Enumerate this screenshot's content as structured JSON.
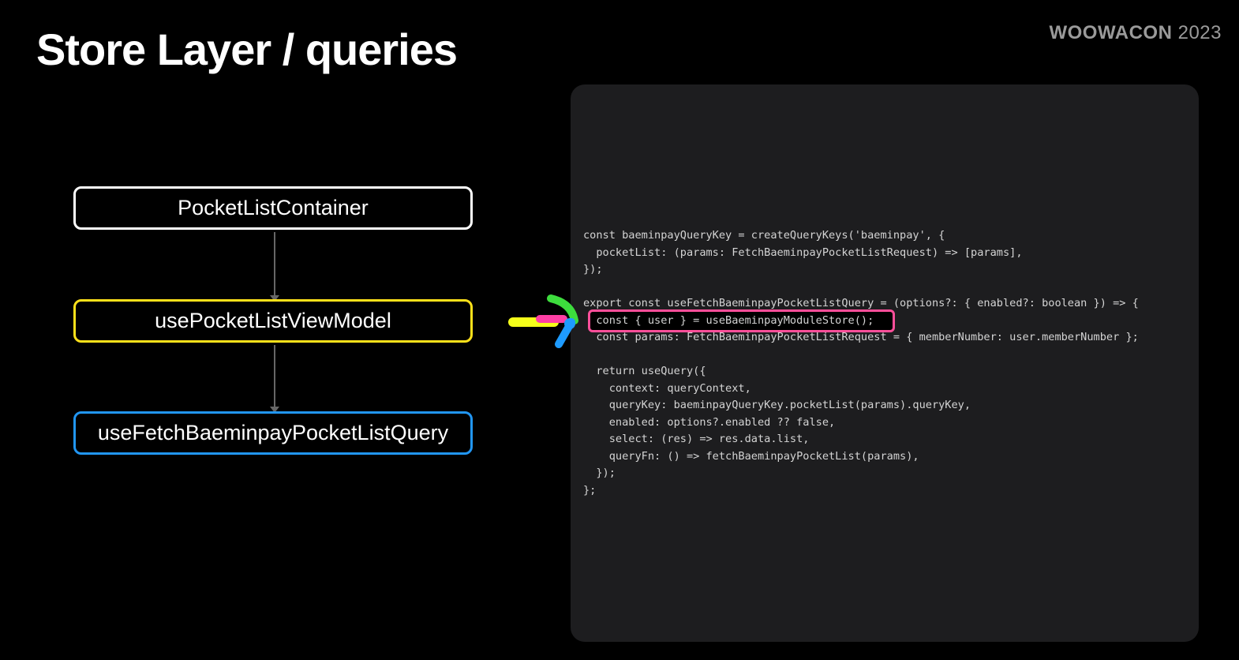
{
  "slide": {
    "title": "Store Layer / queries",
    "brand_name": "WOOWACON",
    "brand_year": "2023"
  },
  "diagram": {
    "nodes": [
      {
        "label": "PocketListContainer",
        "border_color": "#ffffff"
      },
      {
        "label": "usePocketListViewModel",
        "border_color": "#ffe11a"
      },
      {
        "label": "useFetchBaeminpayPocketListQuery",
        "border_color": "#2196f3"
      }
    ]
  },
  "code": {
    "lines": [
      "const baeminpayQueryKey = createQueryKeys('baeminpay', {",
      "  pocketList: (params: FetchBaeminpayPocketListRequest) => [params],",
      "});",
      "",
      "export const useFetchBaeminpayPocketListQuery = (options?: { enabled?: boolean }) => {",
      "  const { user } = useBaeminpayModuleStore();",
      "  const params: FetchBaeminpayPocketListRequest = { memberNumber: user.memberNumber };",
      "",
      "  return useQuery({",
      "    context: queryContext,",
      "    queryKey: baeminpayQueryKey.pocketList(params).queryKey,",
      "    enabled: options?.enabled ?? false,",
      "    select: (res) => res.data.list,",
      "    queryFn: () => fetchBaeminpayPocketList(params),",
      "  });",
      "};"
    ],
    "highlight_text": "const { user } = useBaeminpayModuleStore();",
    "highlight_color": "#ff4f9a"
  },
  "colors": {
    "pointer_yellow": "#f5ff1a",
    "pointer_pink": "#ff3fa4",
    "pointer_green": "#3ddc3d",
    "pointer_blue": "#1e9bff"
  }
}
